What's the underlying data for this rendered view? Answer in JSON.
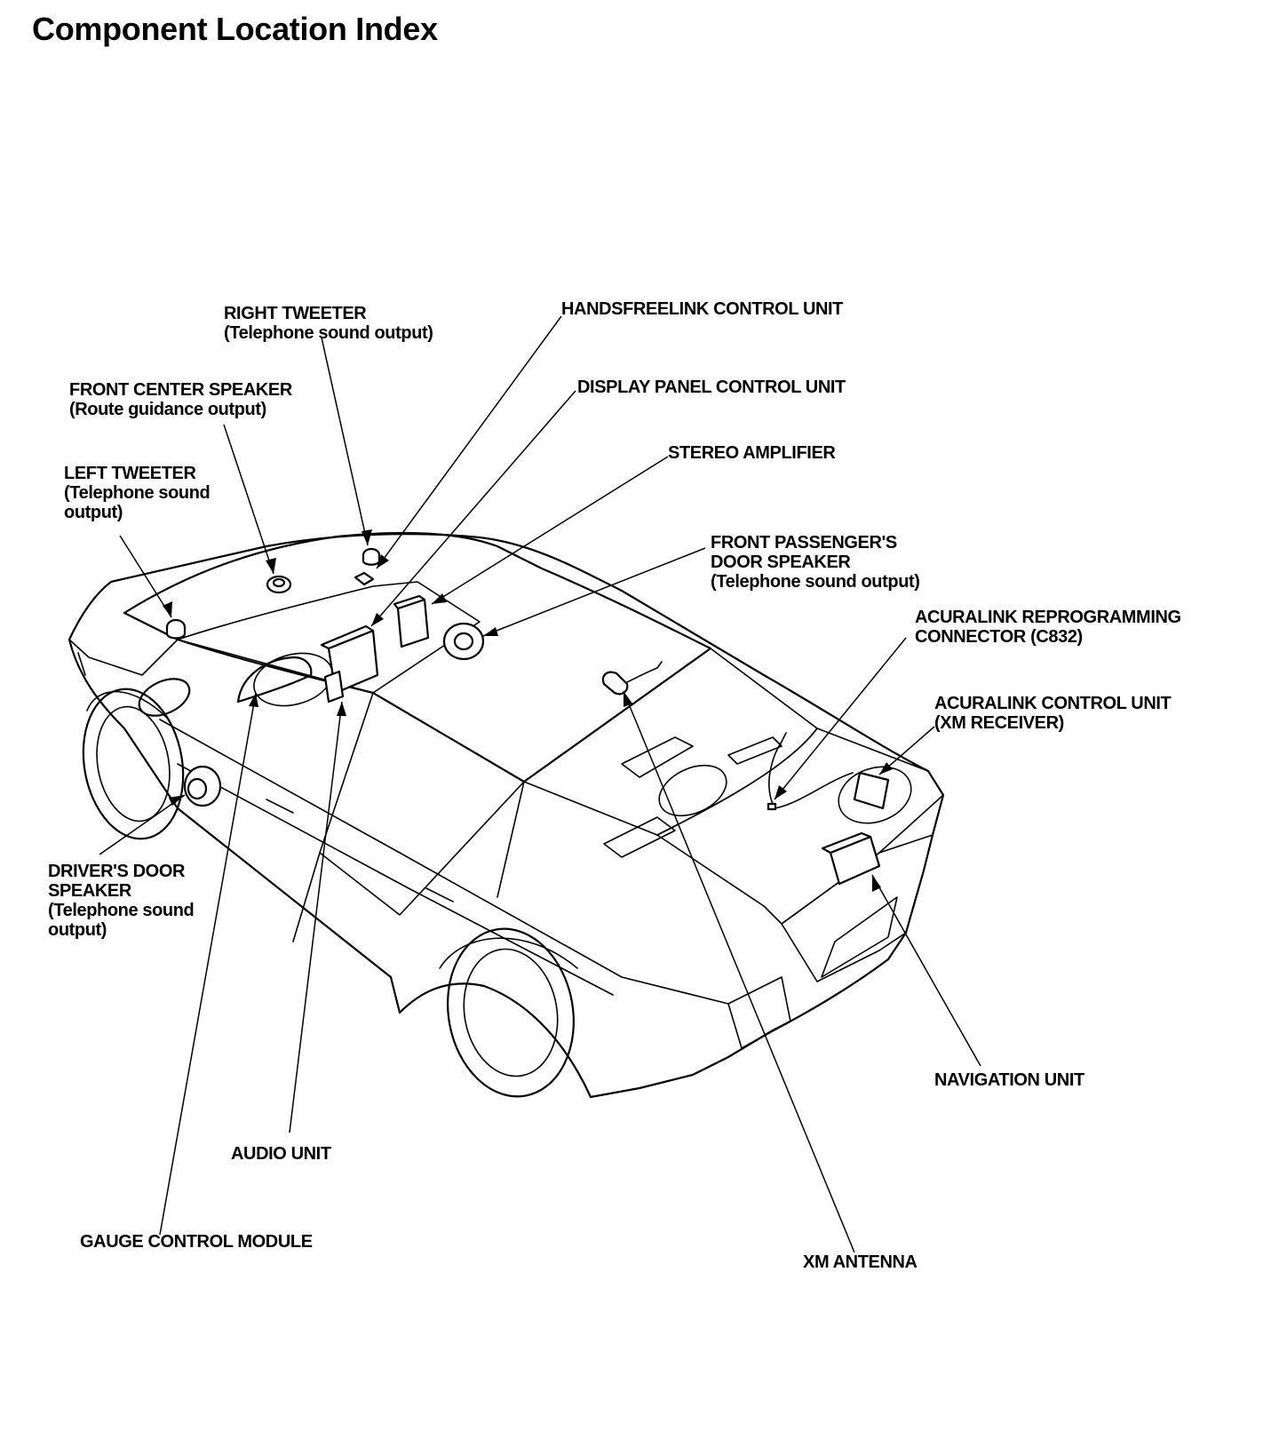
{
  "title": "Component Location Index",
  "labels": {
    "right_tweeter": {
      "title": "RIGHT TWEETER",
      "sub": "(Telephone sound output)"
    },
    "front_center_speaker": {
      "title": "FRONT CENTER SPEAKER",
      "sub": "(Route guidance output)"
    },
    "left_tweeter": {
      "title": "LEFT TWEETER",
      "sub": "(Telephone sound",
      "sub2": "output)"
    },
    "handsfreelink": {
      "title": "HANDSFREELINK CONTROL UNIT"
    },
    "display_panel": {
      "title": "DISPLAY PANEL CONTROL UNIT"
    },
    "stereo_amp": {
      "title": "STEREO AMPLIFIER"
    },
    "front_pass_door": {
      "title": "FRONT PASSENGER'S",
      "title2": "DOOR SPEAKER",
      "sub": "(Telephone sound output)"
    },
    "acuralink_conn": {
      "title": "ACURALINK REPROGRAMMING",
      "title2": "CONNECTOR (C832)"
    },
    "acuralink_ctrl": {
      "title": "ACURALINK CONTROL UNIT",
      "sub": "(XM RECEIVER)"
    },
    "drivers_door": {
      "title": "DRIVER'S DOOR",
      "title2": "SPEAKER",
      "sub": "(Telephone sound",
      "sub2": "output)"
    },
    "navigation": {
      "title": "NAVIGATION UNIT"
    },
    "audio_unit": {
      "title": "AUDIO UNIT"
    },
    "gauge_module": {
      "title": "GAUGE CONTROL MODULE"
    },
    "xm_antenna": {
      "title": "XM ANTENNA"
    }
  },
  "colors": {
    "ink": "#000000",
    "paper": "#ffffff"
  }
}
